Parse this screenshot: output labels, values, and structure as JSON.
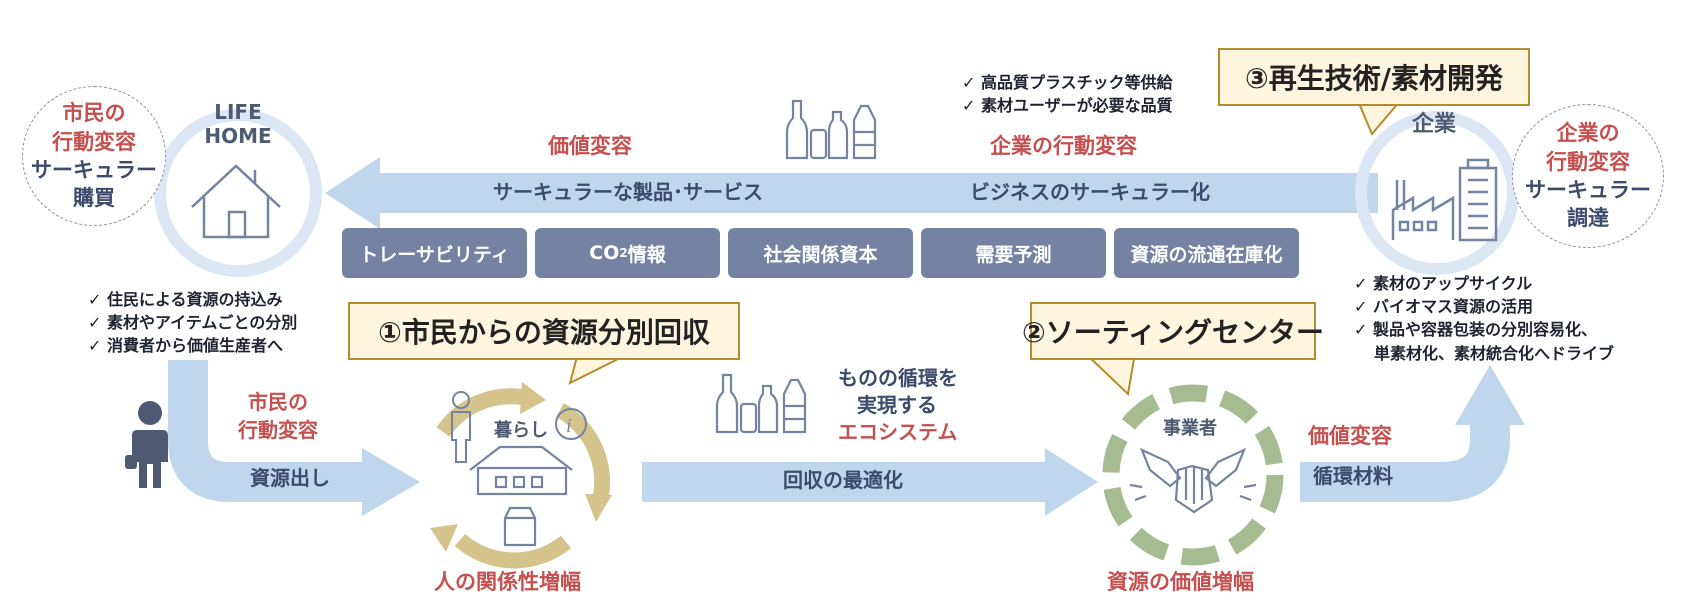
{
  "left_circle": {
    "line1": "市民の",
    "line2": "行動変容",
    "line3": "サーキュラー",
    "line4": "購買"
  },
  "right_circle": {
    "line1": "企業の",
    "line2": "行動変容",
    "line3": "サーキュラー",
    "line4": "調達"
  },
  "life_home": {
    "line1": "LIFE",
    "line2": "HOME"
  },
  "company_label": "企業",
  "top_arrow": {
    "value_change": "価値変容",
    "company_change": "企業の行動変容",
    "left_text": "サーキュラーな製品･サービス",
    "right_text": "ビジネスのサーキュラー化"
  },
  "top_checklist": [
    "高品質プラスチック等供給",
    "素材ユーザーが必要な品質"
  ],
  "callout3": "③再生技術/素材開発",
  "pills": {
    "traceability": "トレーサビリティ",
    "co2_prefix": "CO",
    "co2_sub": "2",
    "co2_suffix": "情報",
    "social_capital": "社会関係資本",
    "demand_forecast": "需要予測",
    "inventory": "資源の流通在庫化"
  },
  "left_checklist": [
    "住民による資源の持込み",
    "素材やアイテムごとの分別",
    "消費者から価値生産者へ"
  ],
  "right_checklist": [
    "素材のアップサイクル",
    "バイオマス資源の活用",
    "製品や容器包装の分別容易化、",
    "単素材化、素材統合化へドライブ"
  ],
  "callout1": "①市民からの資源分別回収",
  "callout2": "②ソーティングセンター",
  "citizen_change": {
    "line1": "市民の",
    "line2": "行動変容"
  },
  "resource_out": "資源出し",
  "kurashi": "暮らし",
  "ecosystem": {
    "line1": "ものの循環を",
    "line2": "実現する",
    "line3": "エコシステム"
  },
  "collection_opt": "回収の最適化",
  "jigyosha": "事業者",
  "value_change_right": "価値変容",
  "circular_material": "循環材料",
  "bottom_left": "人の関係性増幅",
  "bottom_right": "資源の価値増幅",
  "colors": {
    "arrow": "#bfd6ec",
    "pill": "#7483a1",
    "accent_red": "#c4504f",
    "callout_fill": "#fdf5de",
    "callout_border": "#b78b2b",
    "cycle_gold": "#d4c38a",
    "cycle_green": "#a5bc92"
  }
}
